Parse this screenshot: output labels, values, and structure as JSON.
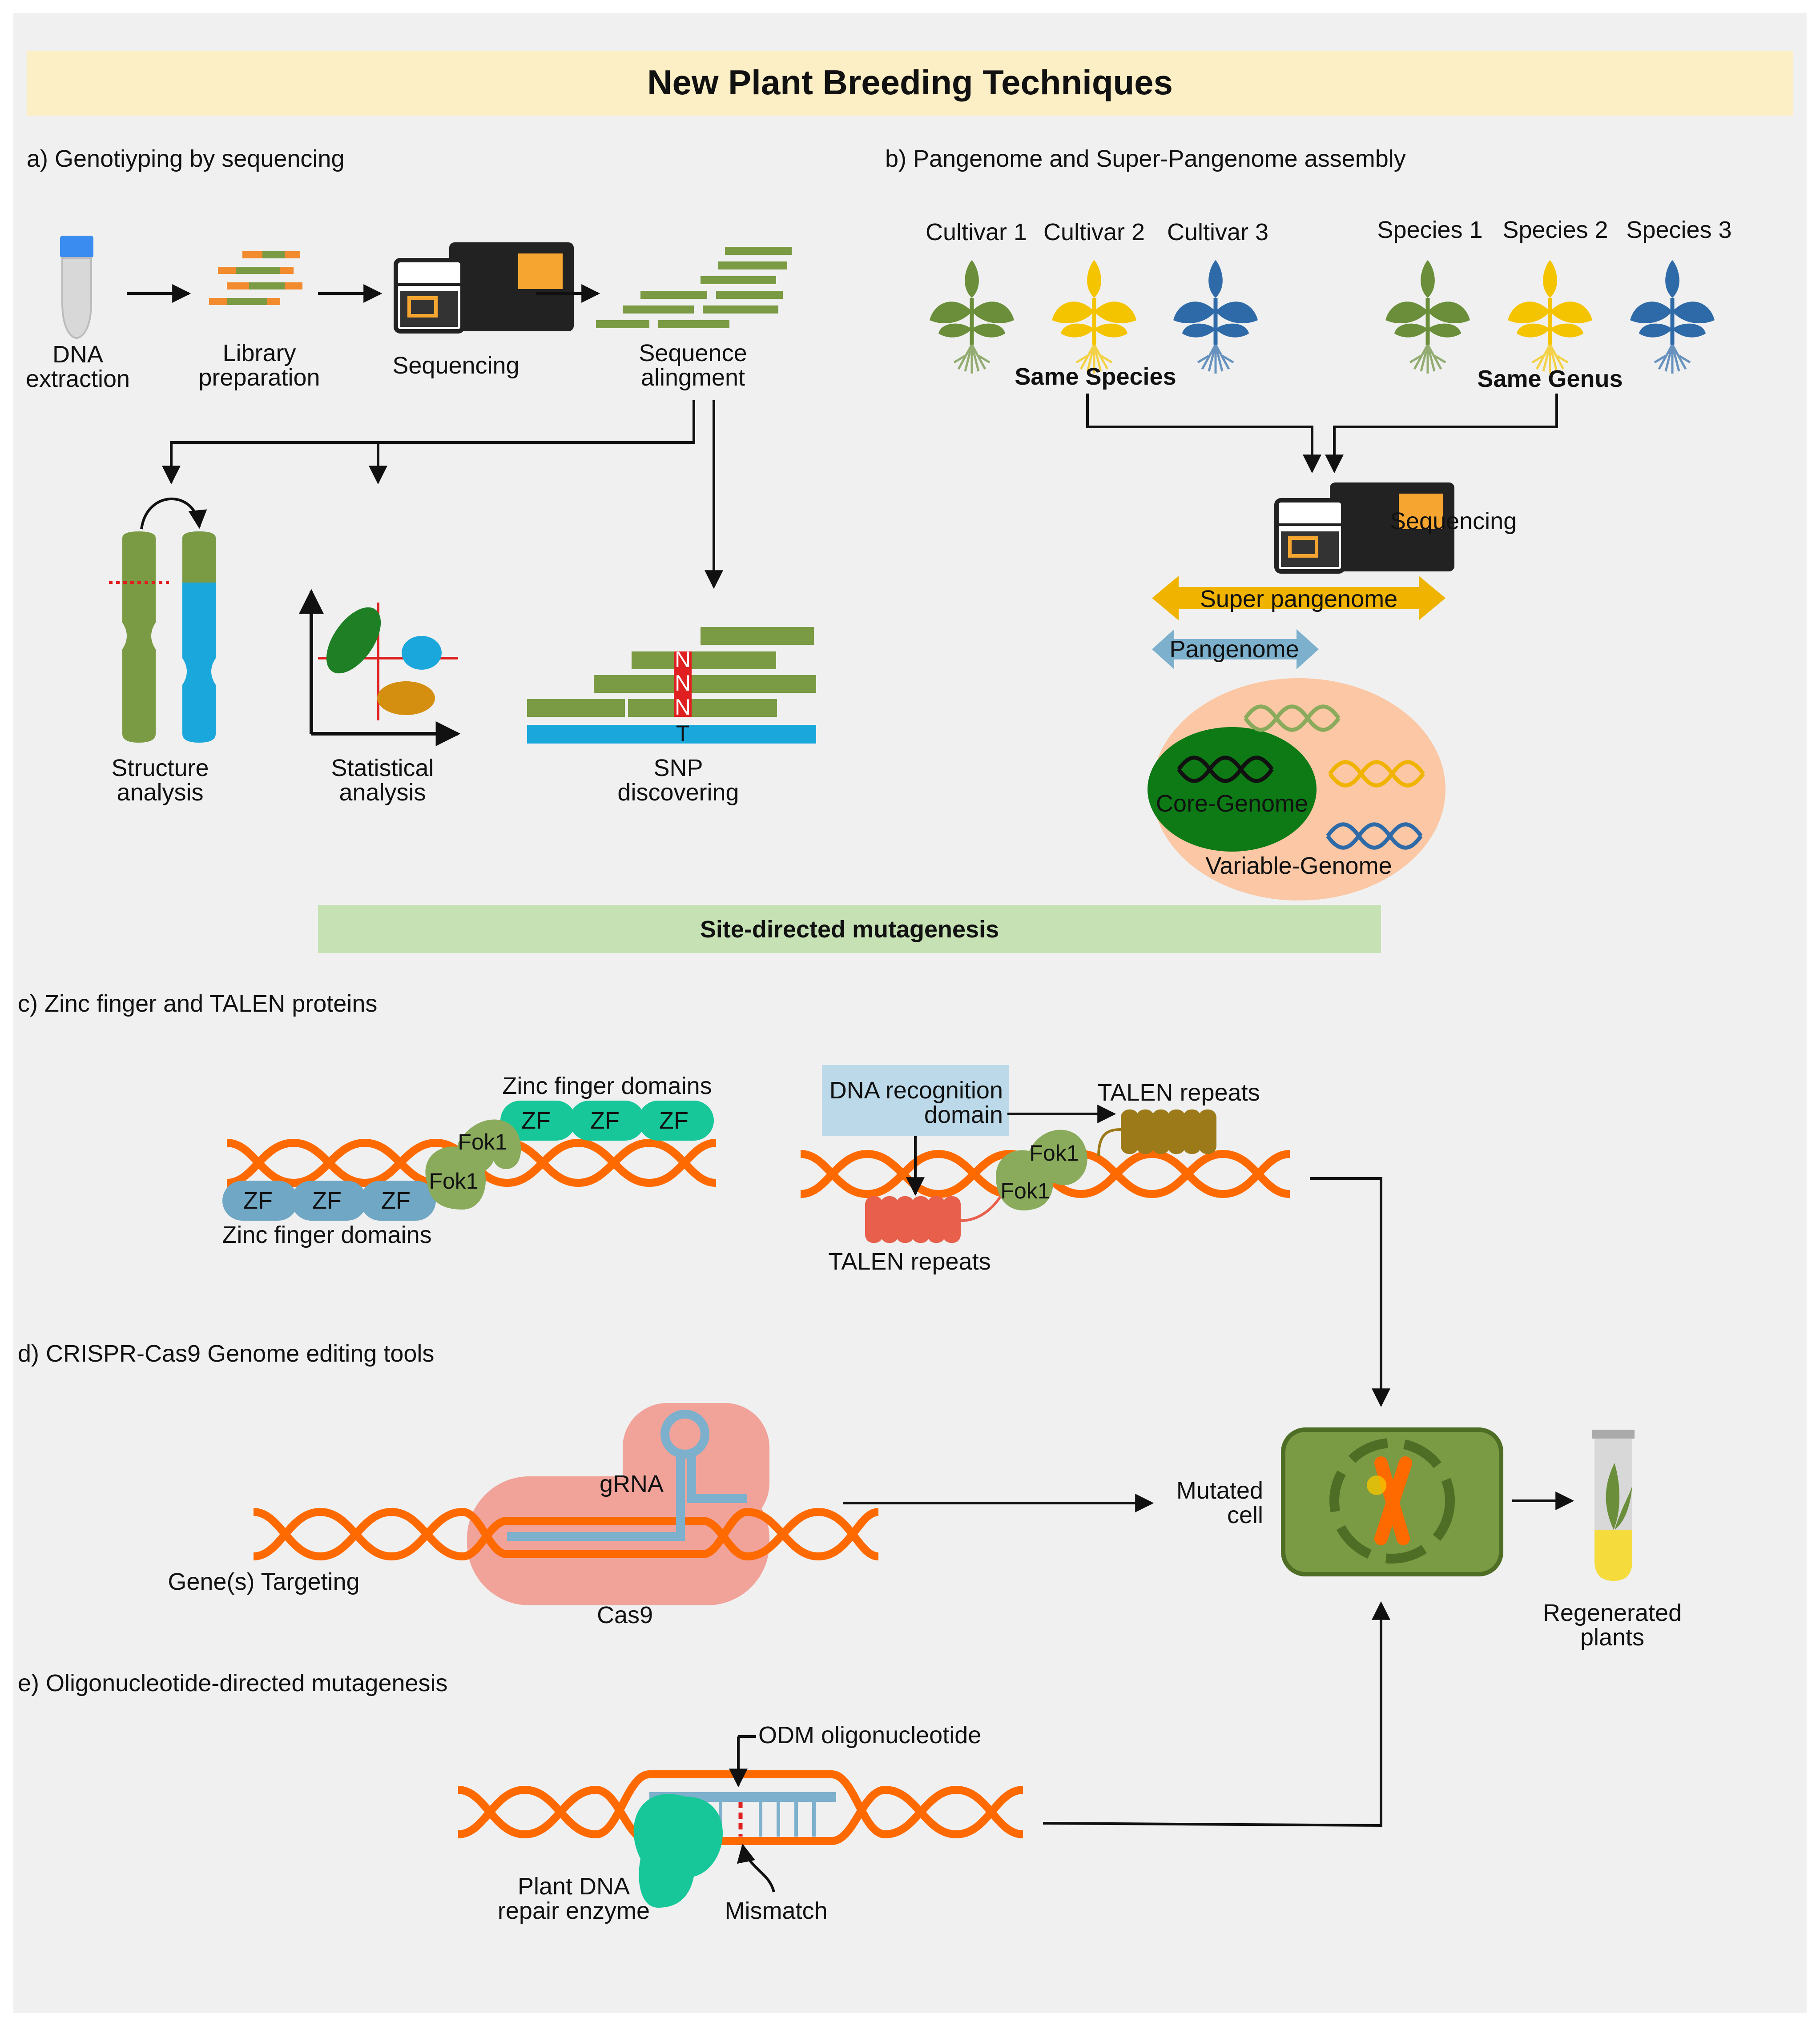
{
  "title": "New Plant Breeding Techniques",
  "sdm_banner": "Site-directed mutagenesis",
  "panel_a": {
    "heading": "a) Genotiyping by sequencing",
    "steps": [
      {
        "line1": "DNA",
        "line2": "extraction"
      },
      {
        "line1": "Library",
        "line2": "preparation"
      },
      {
        "line1": "Sequencing",
        "line2": ""
      },
      {
        "line1": "Sequence",
        "line2": "alingment"
      }
    ],
    "analyses": [
      {
        "line1": "Structure",
        "line2": "analysis"
      },
      {
        "line1": "Statistical",
        "line2": "analysis"
      },
      {
        "line1": "SNP",
        "line2": "discovering"
      }
    ],
    "snp_alt": "N",
    "snp_ref": "T"
  },
  "panel_b": {
    "heading": "b) Pangenome and Super-Pangenome assembly",
    "cultivars": [
      "Cultivar 1",
      "Cultivar 2",
      "Cultivar 3"
    ],
    "species": [
      "Species 1",
      "Species 2",
      "Species 3"
    ],
    "same_species": "Same Species",
    "same_genus": "Same Genus",
    "sequencing": "Sequencing",
    "super_pangenome": "Super pangenome",
    "pangenome": "Pangenome",
    "core_genome": "Core-Genome",
    "variable_genome": "Variable-Genome"
  },
  "panel_c": {
    "heading": "c) Zinc finger and TALEN proteins",
    "zf": "ZF",
    "fok1": "Fok1",
    "zinc_finger_domains": "Zinc finger domains",
    "dna_recognition_line1": "DNA recognition",
    "dna_recognition_line2": "domain",
    "talen_repeats": "TALEN repeats"
  },
  "panel_d": {
    "heading": "d)  CRISPR-Cas9 Genome editing tools",
    "grna": "gRNA",
    "cas9": "Cas9",
    "gene_targeting": "Gene(s) Targeting",
    "mutated_line1": "Mutated",
    "mutated_line2": "cell",
    "regen_line1": "Regenerated",
    "regen_line2": "plants"
  },
  "panel_e": {
    "heading": "e)  Oligonucleotide-directed mutagenesis",
    "odm": "ODM oligonucleotide",
    "mismatch": "Mismatch",
    "enzyme_line1": "Plant DNA",
    "enzyme_line2": "repair enzyme"
  },
  "colors": {
    "dna_orange": "#ff6a00",
    "banner_yellow": "#fcefc6",
    "banner_green": "#c6e2b4",
    "plant_green": "#6b8e3a",
    "plant_yellow": "#f5c400",
    "plant_blue": "#2e6aa8",
    "cas9_pink": "#f1a39a",
    "zf_teal": "#17c79a",
    "zf_blue": "#6fa7c4",
    "fok_green": "#8aab5c",
    "talen_red": "#e8604c",
    "talen_brown": "#9c7a1a"
  }
}
